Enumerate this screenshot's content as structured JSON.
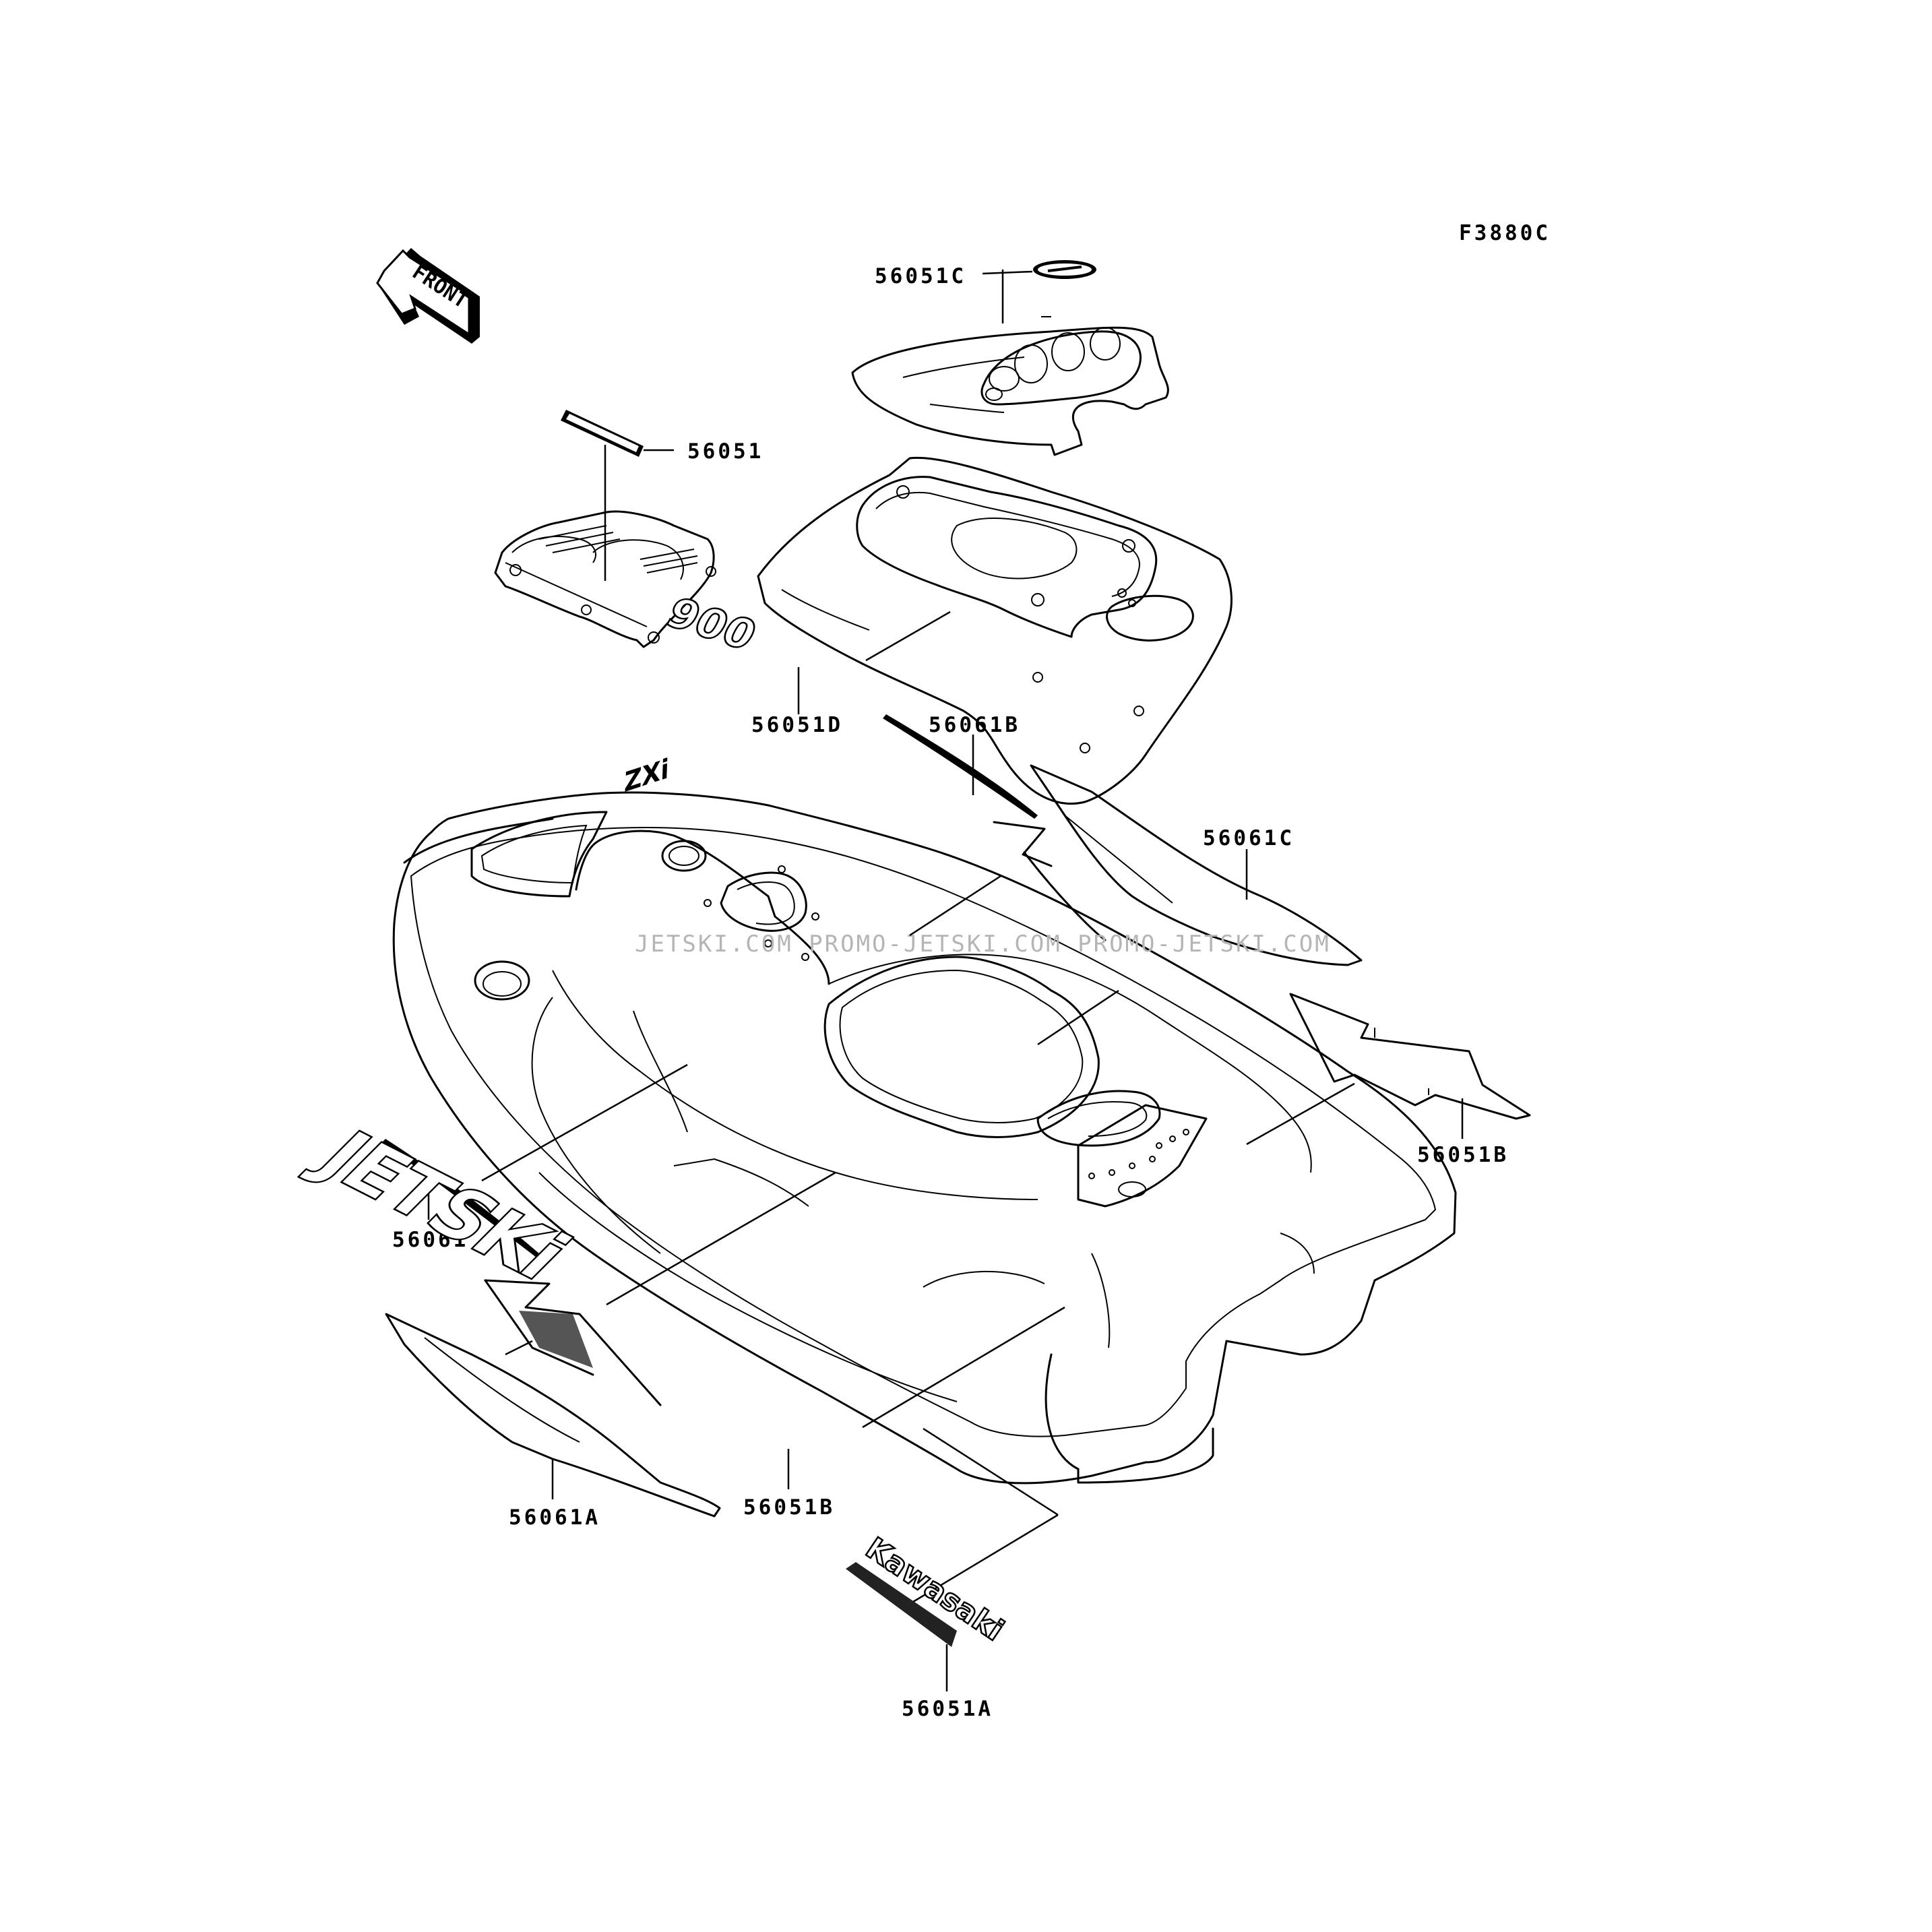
{
  "diagram": {
    "figure_code": "F3880C",
    "front_arrow_text": "FRONT",
    "watermark": "JETSKI.COM   PROMO-JETSKI.COM   PROMO-JETSKI.COM",
    "parts": {
      "p56051c": "56051C",
      "p56051": "56051",
      "p56051d": "56051D",
      "p56061b": "56061B",
      "p56061c": "56061C",
      "p56051b_right": "56051B",
      "p56061": "56061",
      "p56061a": "56061A",
      "p56051b_bottom": "56051B",
      "p56051a": "56051A"
    },
    "decals": {
      "model_number": "900",
      "model_suffix": "ZXi",
      "jetski_logo": "JETSKi",
      "kawasaki_logo": "Kawasaki"
    }
  }
}
